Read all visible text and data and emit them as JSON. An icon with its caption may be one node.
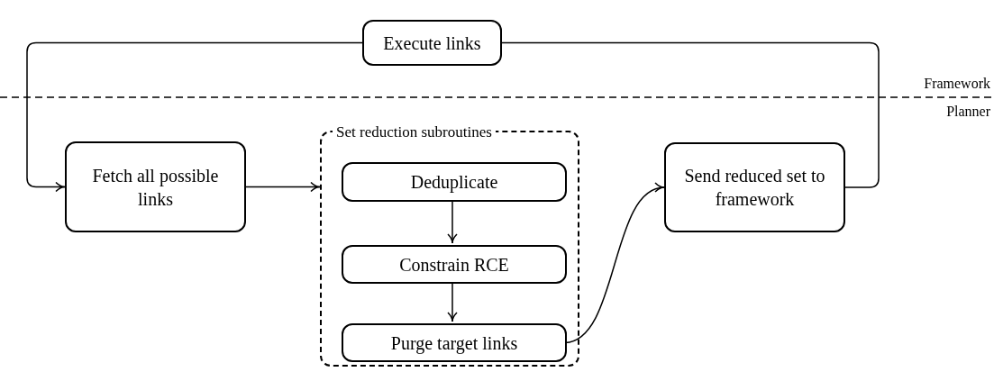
{
  "diagram": {
    "nodes": [
      {
        "text": [
          "Execute links"
        ]
      },
      {
        "text": [
          "Fetch all possible links"
        ]
      },
      {
        "text": [
          "Set reduction subroutines"
        ]
      },
      {
        "text": [
          "Deduplicate"
        ],
        "in": 2
      },
      {
        "text": [
          "Constrain RCE"
        ],
        "in": 2
      },
      {
        "text": [
          "Purge target links"
        ],
        "in": 2
      },
      {
        "text": [
          "Send reduced set to framework"
        ]
      }
    ],
    "edges": [
      {
        "from": 0,
        "to": 1,
        "arrow": "to"
      },
      {
        "from": 1,
        "to": 2,
        "arrow": "to"
      },
      {
        "from": 3,
        "to": 4,
        "arrow": "to"
      },
      {
        "from": 4,
        "to": 5,
        "arrow": "to"
      },
      {
        "from": 5,
        "to": 6,
        "arrow": "to"
      },
      {
        "from": 6,
        "to": 0,
        "arrow": "none"
      }
    ],
    "labels": [
      "Framework",
      "Planner"
    ]
  }
}
